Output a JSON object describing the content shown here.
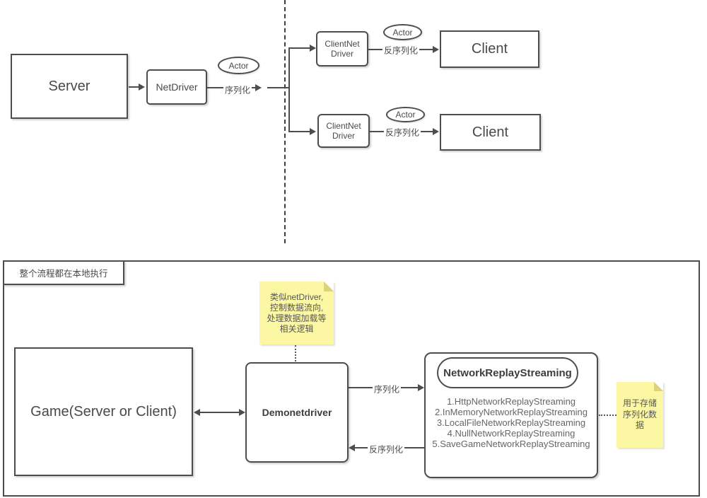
{
  "colors": {
    "stroke": "#4d4d4d",
    "text": "#4a4a4a",
    "note_background": "#fbf7a3",
    "note_fold": "#ddd37a"
  },
  "top_flow": {
    "server": "Server",
    "net_driver": "NetDriver",
    "actor": "Actor",
    "serialize": "序列化",
    "branches": [
      {
        "client_net_driver_line1": "ClientNet",
        "client_net_driver_line2": "Driver",
        "actor": "Actor",
        "deserialize": "反序列化",
        "client": "Client"
      },
      {
        "client_net_driver_line1": "ClientNet",
        "client_net_driver_line2": "Driver",
        "actor": "Actor",
        "deserialize": "反序列化",
        "client": "Client"
      }
    ]
  },
  "local_flow": {
    "container_label": "整个流程都在本地执行",
    "netdriver_note": {
      "line1": "类似netDriver,",
      "line2": "控制数据流向,",
      "line3": "处理数据加载等",
      "line4": "相关逻辑"
    },
    "game": "Game(Server or Client)",
    "demo_net_driver": "Demonetdriver",
    "serialize": "序列化",
    "deserialize": "反序列化",
    "network_replay_streaming": {
      "title": "NetworkReplayStreaming",
      "implementations": [
        "1.HttpNetworkReplayStreaming",
        "2.InMemoryNetworkReplayStreaming",
        "3.LocalFileNetworkReplayStreaming",
        "4.NullNetworkReplayStreaming",
        "5.SaveGameNetworkReplayStreaming"
      ]
    },
    "storage_note": {
      "line1": "用于存储",
      "line2": "序列化数",
      "line3": "据"
    }
  }
}
